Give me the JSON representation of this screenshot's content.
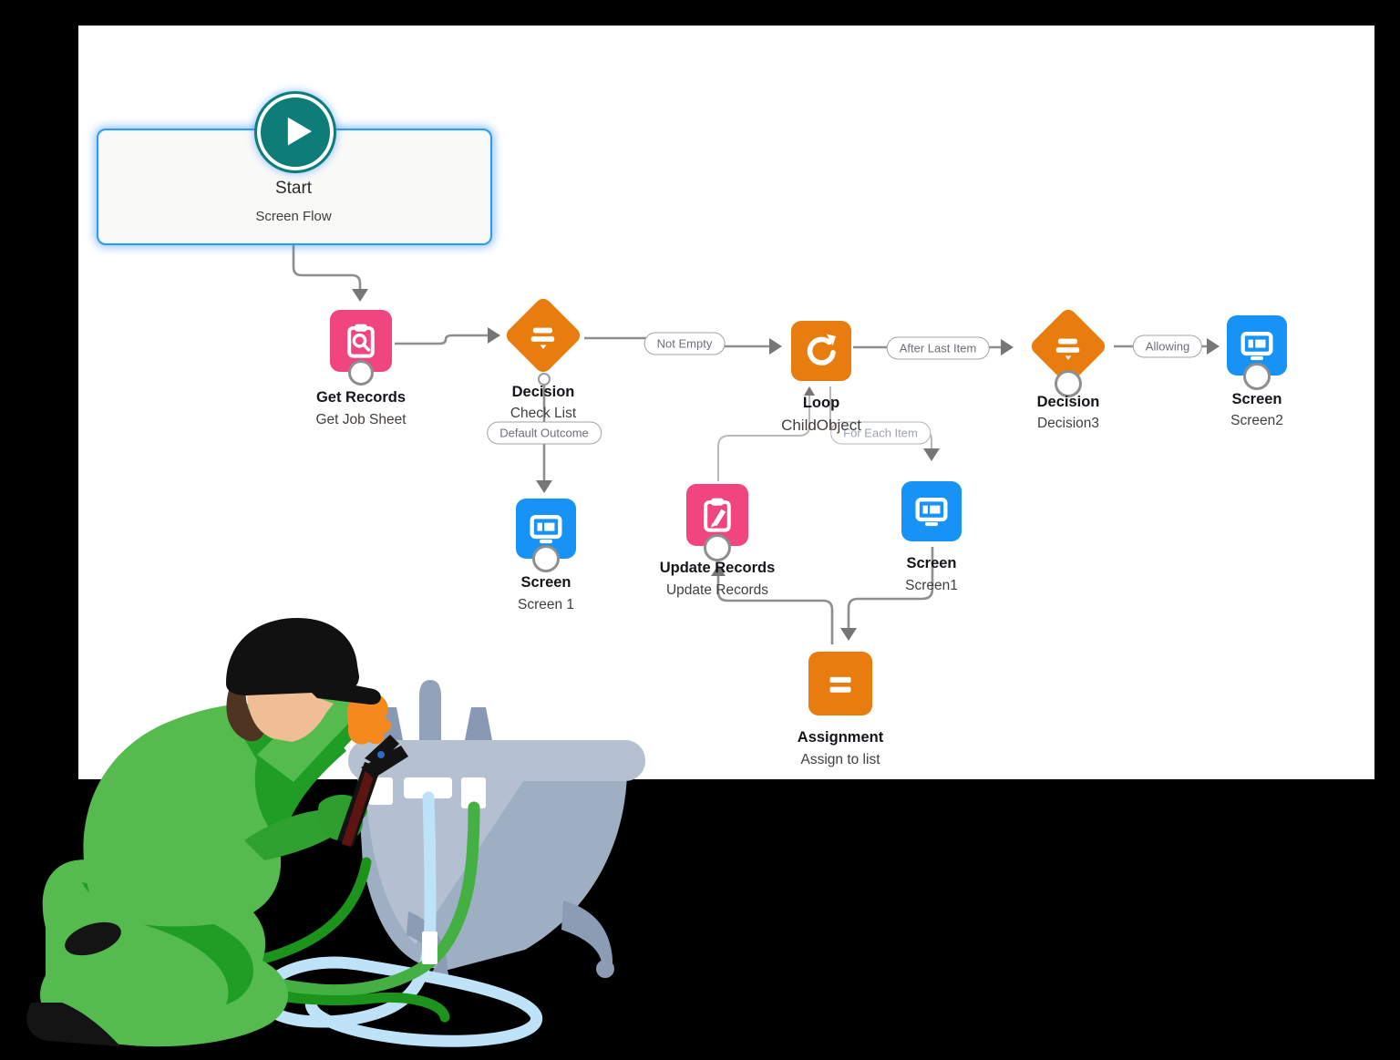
{
  "window": {
    "background_color": "#000000",
    "canvas_color": "#ffffff"
  },
  "flow": {
    "start": {
      "title": "Start",
      "subtitle": "Screen Flow"
    },
    "nodes": {
      "get_records": {
        "title": "Get Records",
        "subtitle": "Get Job Sheet"
      },
      "decision_check_list": {
        "title": "Decision",
        "subtitle": "Check List"
      },
      "screen_1": {
        "title": "Screen",
        "subtitle": "Screen 1"
      },
      "loop": {
        "title": "Loop",
        "subtitle": "ChildObject"
      },
      "decision_3": {
        "title": "Decision",
        "subtitle": "Decision3"
      },
      "screen_2": {
        "title": "Screen",
        "subtitle": "Screen2"
      },
      "update_records": {
        "title": "Update Records",
        "subtitle": "Update Records"
      },
      "screen1_mid": {
        "title": "Screen",
        "subtitle": "Screen1"
      },
      "assignment": {
        "title": "Assignment",
        "subtitle": "Assign to list"
      }
    },
    "connector_labels": {
      "not_empty": "Not Empty",
      "after_last_item": "After Last Item",
      "allowing": "Allowing",
      "default_outcome": "Default Outcome",
      "for_each_item": "For Each Item"
    },
    "colors": {
      "data_pink": "#f0457e",
      "logic_orange": "#e87c0e",
      "screen_blue": "#1693f4",
      "start_teal": "#0e7d77",
      "start_border_blue": "#2f9cea",
      "connector_gray": "#8e8e8e"
    },
    "icons": {
      "start": "play-icon",
      "get_records": "clipboard-search-icon",
      "update_records": "clipboard-pencil-icon",
      "decision": "signpost-icon",
      "loop": "refresh-arrow-icon",
      "screen": "monitor-icon",
      "assignment": "equals-icon"
    }
  },
  "illustration": {
    "name": "plumber-fixing-bathtub"
  }
}
